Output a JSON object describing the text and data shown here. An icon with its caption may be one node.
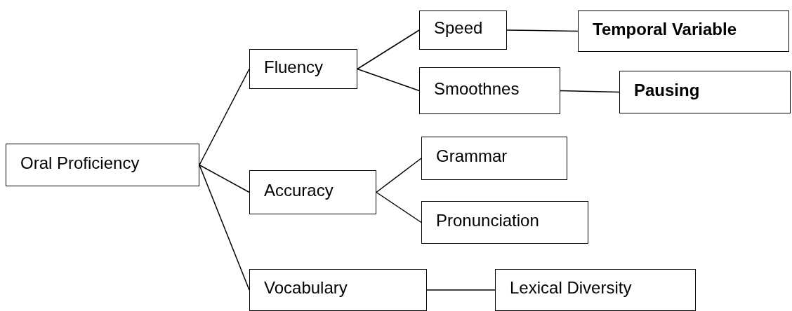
{
  "diagram": {
    "nodes": [
      {
        "text": [
          "Oral Proficiency"
        ]
      },
      {
        "text": [
          "Fluency"
        ]
      },
      {
        "text": [
          "Speed"
        ]
      },
      {
        "text": [
          "Temporal Variable"
        ]
      },
      {
        "text": [
          "Smoothnes"
        ]
      },
      {
        "text": [
          "Pausing"
        ]
      },
      {
        "text": [
          "Accuracy"
        ]
      },
      {
        "text": [
          "Grammar"
        ]
      },
      {
        "text": [
          "Pronunciation"
        ]
      },
      {
        "text": [
          "Vocabulary"
        ]
      },
      {
        "text": [
          "Lexical Diversity"
        ]
      }
    ],
    "edges": [
      {
        "from": 0,
        "to": 1,
        "arrow": "none"
      },
      {
        "from": 1,
        "to": 2,
        "arrow": "none"
      },
      {
        "from": 1,
        "to": 4,
        "arrow": "none"
      },
      {
        "from": 2,
        "to": 3,
        "arrow": "none"
      },
      {
        "from": 4,
        "to": 5,
        "arrow": "none"
      },
      {
        "from": 0,
        "to": 6,
        "arrow": "none"
      },
      {
        "from": 6,
        "to": 7,
        "arrow": "none"
      },
      {
        "from": 6,
        "to": 8,
        "arrow": "none"
      },
      {
        "from": 0,
        "to": 9,
        "arrow": "none"
      },
      {
        "from": 9,
        "to": 10,
        "arrow": "none"
      }
    ]
  }
}
